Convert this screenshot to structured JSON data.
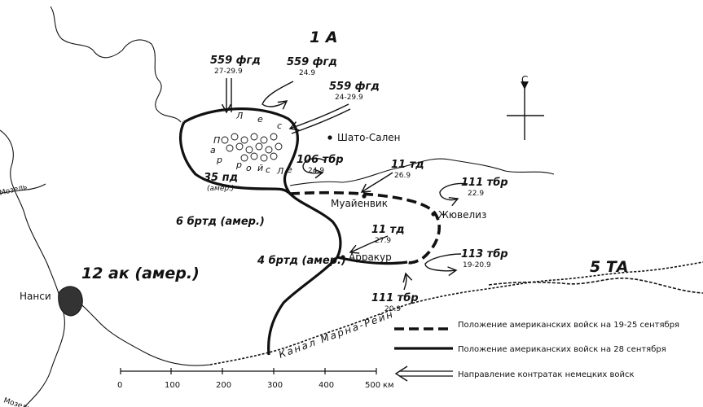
{
  "armies": {
    "army_1a": "1 А",
    "army_5ta": "5 ТА",
    "corps_12ak": "12 ак (амер.)"
  },
  "divisions": {
    "pd35": "35 пд",
    "pd35_sub": "(амер.)",
    "brtd6": "6 бртд (амер.)",
    "brtd4": "4 бртд (амер.)"
  },
  "forest": [
    "Л",
    "е",
    "с",
    "П",
    "а",
    "р",
    "р",
    "о",
    "й",
    "с",
    "Л",
    "е"
  ],
  "towns": {
    "chateau_salins": "Шато-Сален",
    "moyenvic": "Муайенвик",
    "juvelize": "Жювелиз",
    "arracourt": "Арракур",
    "nancy": "Нанси"
  },
  "rivers": {
    "moselle_upper": "Мозель",
    "moselle_lower": "Мозель",
    "canal": "Канал Марна-Рейн"
  },
  "counterattacks": [
    {
      "unit": "559 фгд",
      "dates": "27-29.9"
    },
    {
      "unit": "559 фгд",
      "dates": "24.9"
    },
    {
      "unit": "559 фгд",
      "dates": "24-29.9"
    },
    {
      "unit": "106 тбр",
      "dates": "24.9"
    },
    {
      "unit": "11 тд",
      "dates": "26.9"
    },
    {
      "unit": "111 тбр",
      "dates": "22.9"
    },
    {
      "unit": "11 тд",
      "dates": "27.9"
    },
    {
      "unit": "113 тбр",
      "dates": "19-20.9"
    },
    {
      "unit": "111 тбр",
      "dates": "20.9"
    }
  ],
  "compass": {
    "north": "С"
  },
  "legend": [
    {
      "text": "Положение американских войск на 19-25 сентября",
      "style": "dashed"
    },
    {
      "text": "Положение американских войск на 28 сентября",
      "style": "solid"
    },
    {
      "text": "Направление контратак немецких войск",
      "style": "arrow"
    }
  ],
  "scale": {
    "ticks": [
      "0",
      "100",
      "200",
      "300",
      "400",
      "500"
    ],
    "unit": "км"
  },
  "colors": {
    "ink": "#111111",
    "paper": "#ffffff"
  }
}
